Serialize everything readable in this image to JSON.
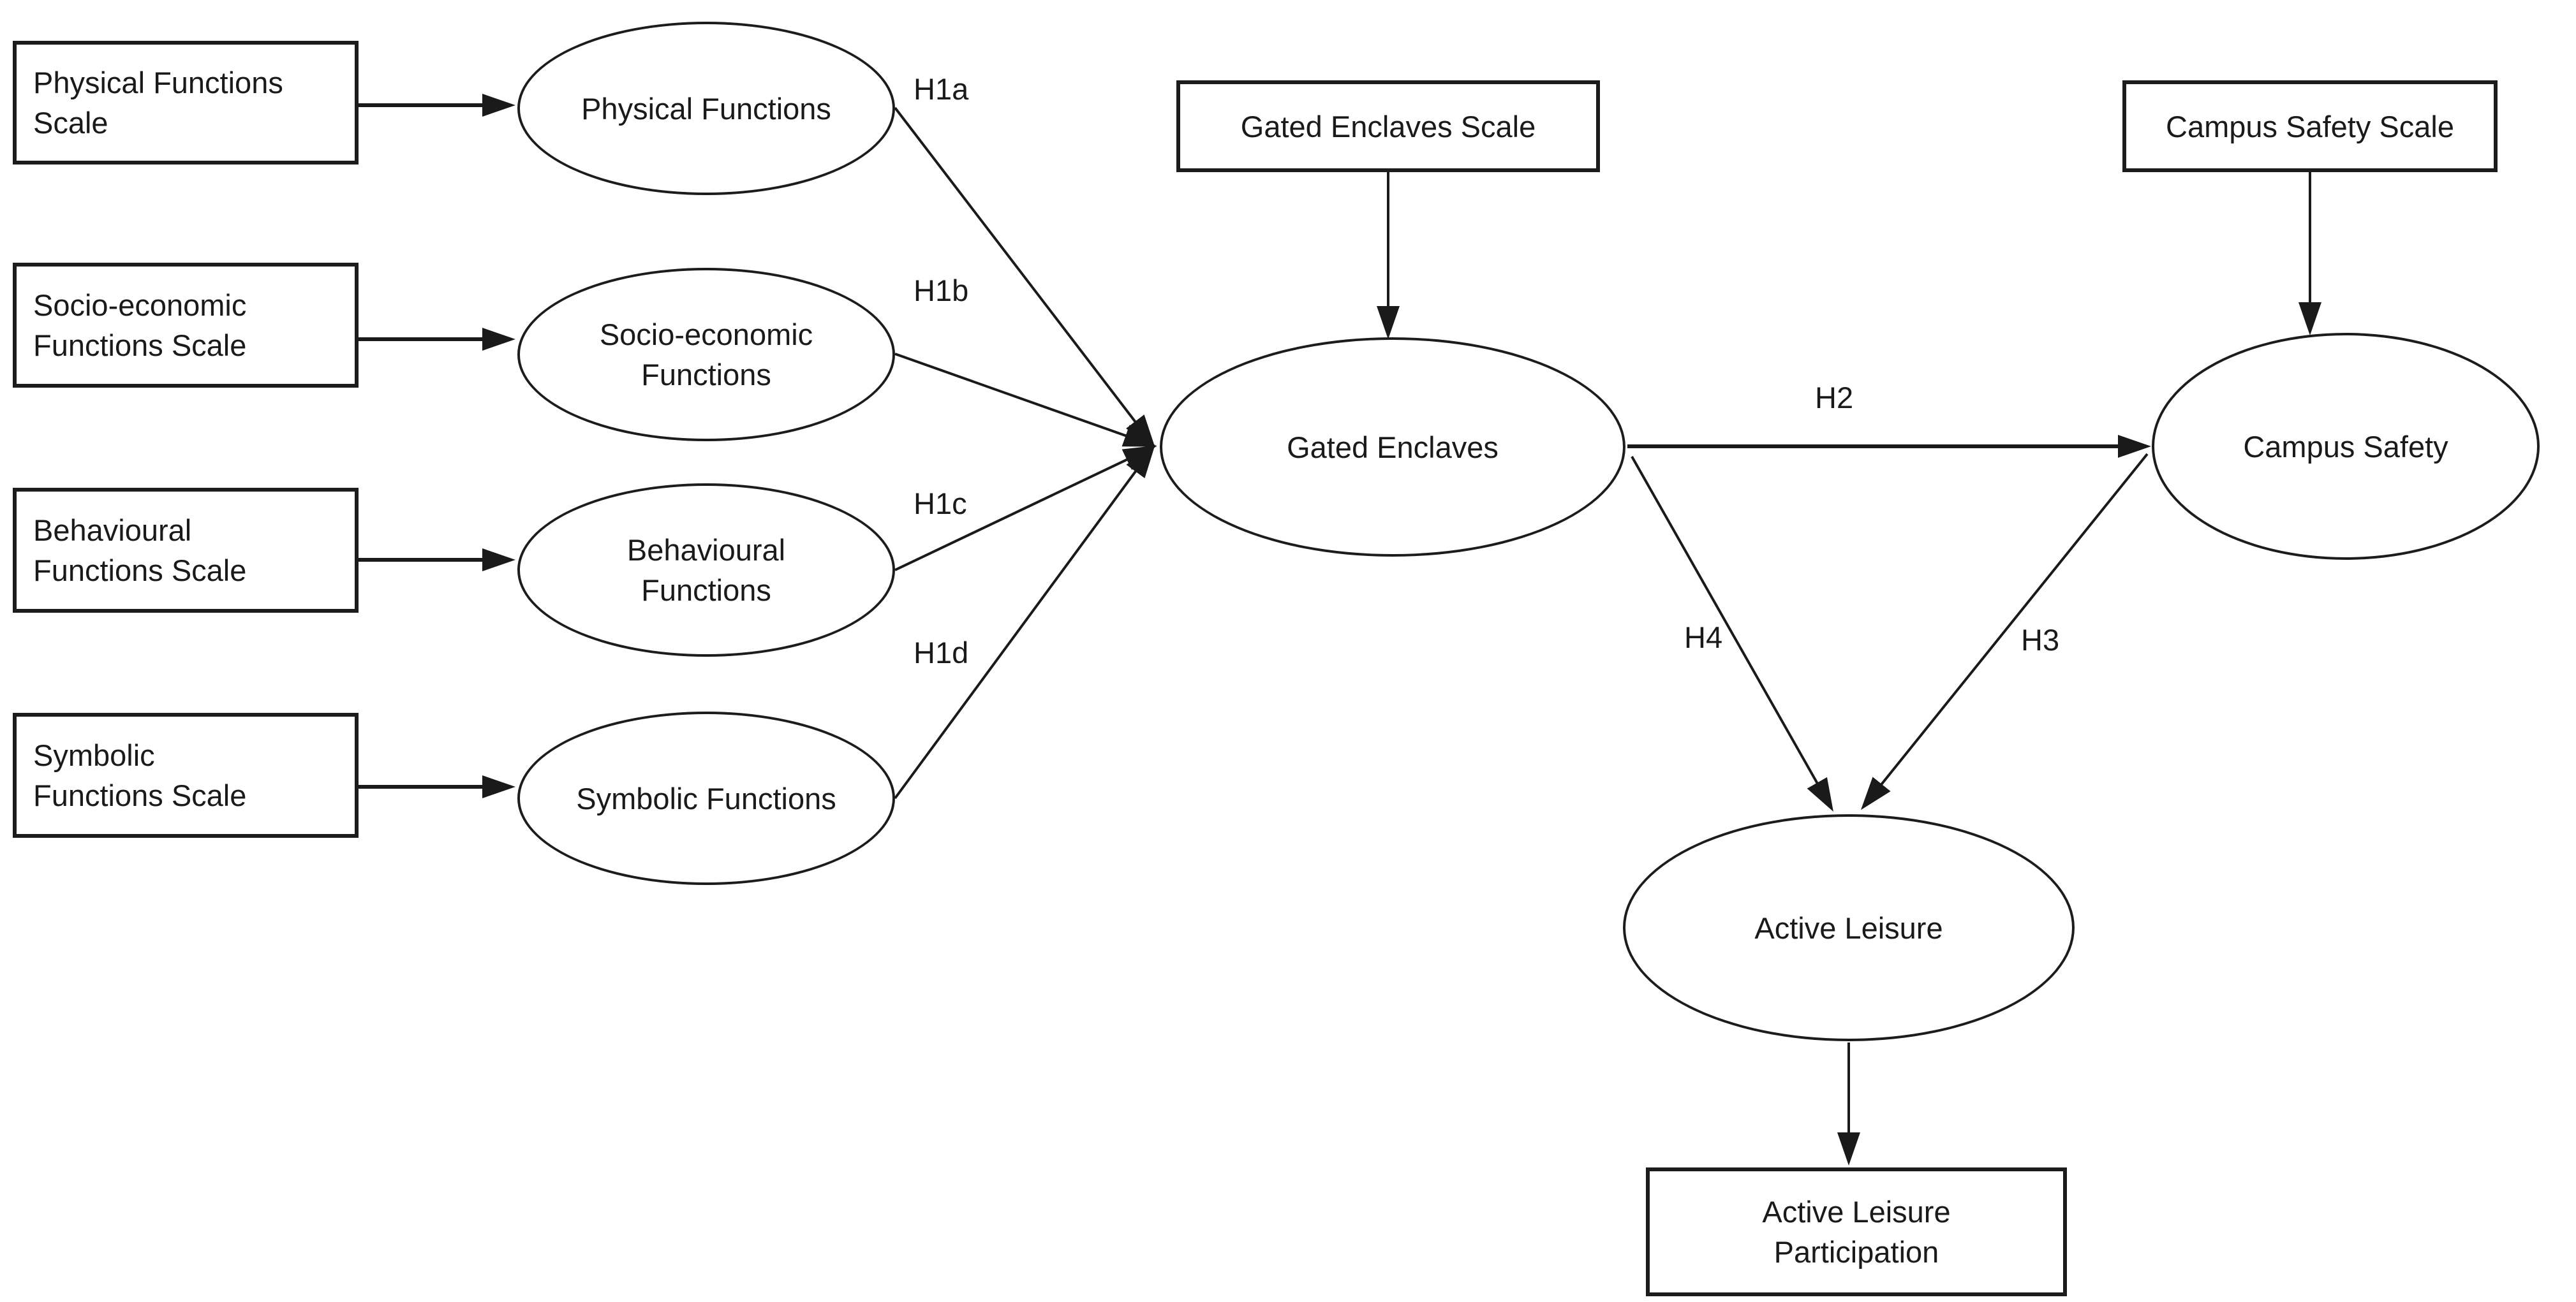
{
  "diagram_type": "path-model",
  "colors": {
    "stroke": "#1a1a1a",
    "text": "#1a1a1a",
    "background": "#ffffff"
  },
  "nodes": {
    "physical_functions_scale": {
      "shape": "rect",
      "lines": [
        "Physical Functions",
        "Scale"
      ]
    },
    "socio_economic_functions_scale": {
      "shape": "rect",
      "lines": [
        "Socio-economic",
        "Functions Scale"
      ]
    },
    "behavioural_functions_scale": {
      "shape": "rect",
      "lines": [
        "Behavioural",
        "Functions Scale"
      ]
    },
    "symbolic_functions_scale": {
      "shape": "rect",
      "lines": [
        "Symbolic",
        "Functions Scale"
      ]
    },
    "physical_functions": {
      "shape": "ellipse",
      "lines": [
        "Physical Functions"
      ]
    },
    "socio_economic_functions": {
      "shape": "ellipse",
      "lines": [
        "Socio-economic",
        "Functions"
      ]
    },
    "behavioural_functions": {
      "shape": "ellipse",
      "lines": [
        "Behavioural",
        "Functions"
      ]
    },
    "symbolic_functions": {
      "shape": "ellipse",
      "lines": [
        "Symbolic Functions"
      ]
    },
    "gated_enclaves_scale": {
      "shape": "rect",
      "lines": [
        "Gated Enclaves Scale"
      ]
    },
    "gated_enclaves": {
      "shape": "ellipse",
      "lines": [
        "Gated Enclaves"
      ]
    },
    "campus_safety_scale": {
      "shape": "rect",
      "lines": [
        "Campus Safety Scale"
      ]
    },
    "campus_safety": {
      "shape": "ellipse",
      "lines": [
        "Campus Safety"
      ]
    },
    "active_leisure": {
      "shape": "ellipse",
      "lines": [
        "Active Leisure"
      ]
    },
    "active_leisure_participation": {
      "shape": "rect",
      "lines": [
        "Active Leisure",
        "Participation"
      ]
    }
  },
  "hypothesis_labels": {
    "h1a": "H1a",
    "h1b": "H1b",
    "h1c": "H1c",
    "h1d": "H1d",
    "h2": "H2",
    "h3": "H3",
    "h4": "H4"
  },
  "edges": [
    {
      "from": "physical_functions_scale",
      "to": "physical_functions",
      "label": ""
    },
    {
      "from": "socio_economic_functions_scale",
      "to": "socio_economic_functions",
      "label": ""
    },
    {
      "from": "behavioural_functions_scale",
      "to": "behavioural_functions",
      "label": ""
    },
    {
      "from": "symbolic_functions_scale",
      "to": "symbolic_functions",
      "label": ""
    },
    {
      "from": "physical_functions",
      "to": "gated_enclaves",
      "label": "H1a"
    },
    {
      "from": "socio_economic_functions",
      "to": "gated_enclaves",
      "label": "H1b"
    },
    {
      "from": "behavioural_functions",
      "to": "gated_enclaves",
      "label": "H1c"
    },
    {
      "from": "symbolic_functions",
      "to": "gated_enclaves",
      "label": "H1d"
    },
    {
      "from": "gated_enclaves_scale",
      "to": "gated_enclaves",
      "label": ""
    },
    {
      "from": "campus_safety_scale",
      "to": "campus_safety",
      "label": ""
    },
    {
      "from": "gated_enclaves",
      "to": "campus_safety",
      "label": "H2"
    },
    {
      "from": "campus_safety",
      "to": "active_leisure",
      "label": "H3"
    },
    {
      "from": "gated_enclaves",
      "to": "active_leisure",
      "label": "H4"
    },
    {
      "from": "active_leisure",
      "to": "active_leisure_participation",
      "label": ""
    }
  ]
}
